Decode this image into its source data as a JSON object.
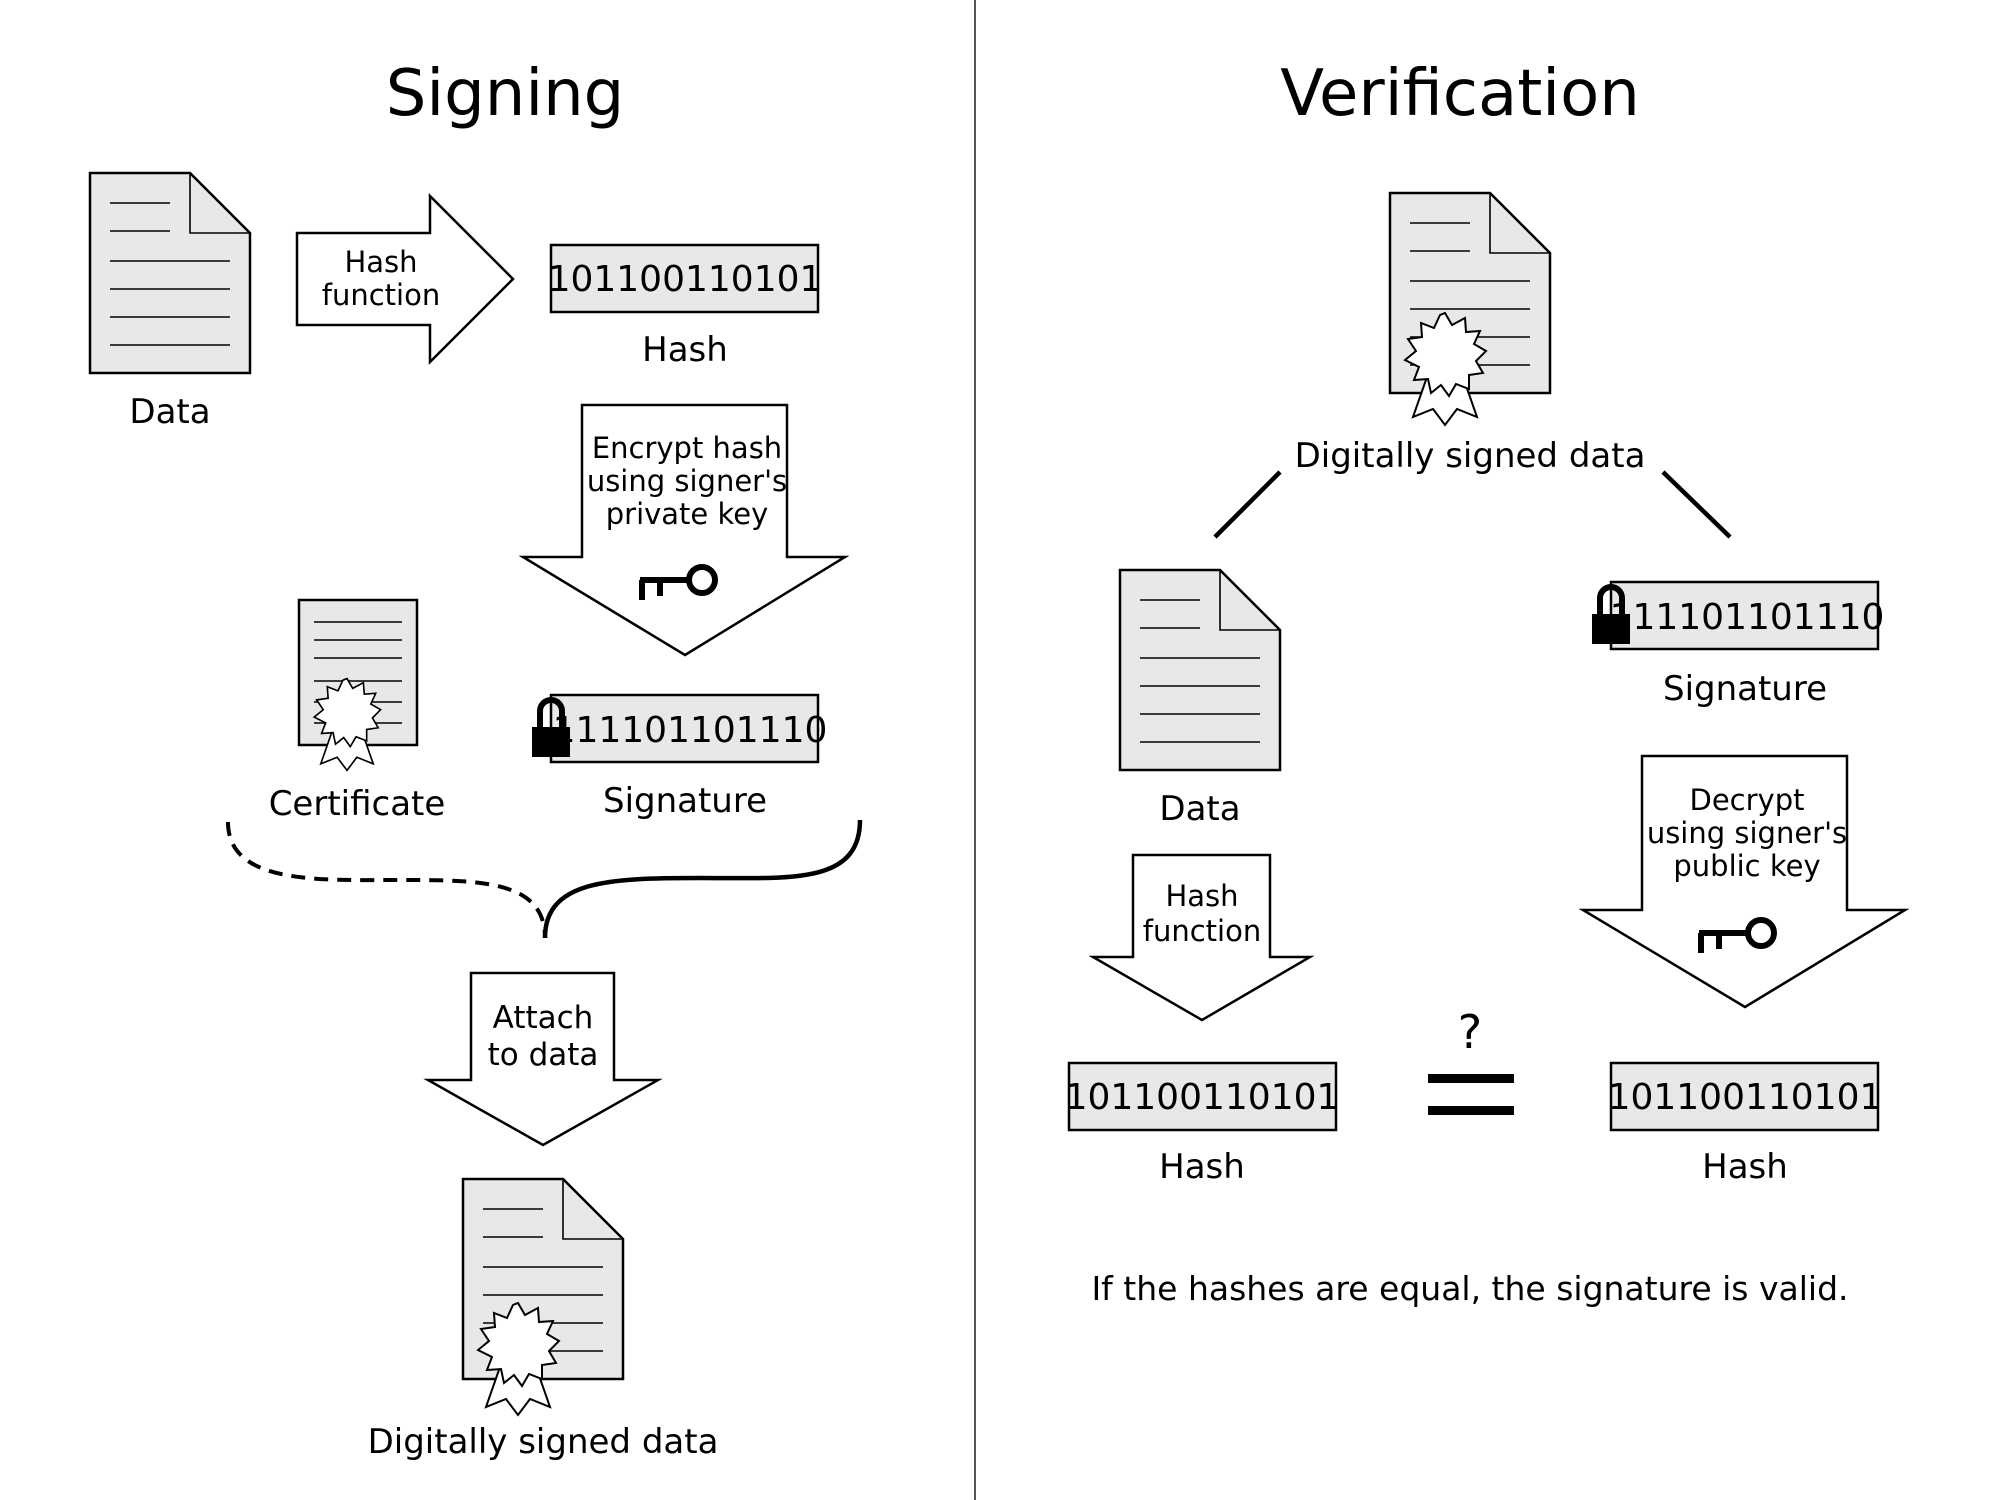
{
  "signing": {
    "title": "Signing",
    "data_label": "Data",
    "hash_function_arrow": [
      "Hash",
      "function"
    ],
    "hash_value": "101100110101",
    "hash_label": "Hash",
    "encrypt_arrow": [
      "Encrypt hash",
      "using signer's",
      "private key"
    ],
    "certificate_label": "Certificate",
    "signature_value": "111101101110",
    "signature_label": "Signature",
    "attach_arrow": [
      "Attach",
      "to data"
    ],
    "signed_data_label": "Digitally signed data"
  },
  "verification": {
    "title": "Verification",
    "signed_data_label": "Digitally signed data",
    "data_label": "Data",
    "signature_value": "111101101110",
    "signature_label": "Signature",
    "hash_function_arrow": [
      "Hash",
      "function"
    ],
    "decrypt_arrow": [
      "Decrypt",
      "using signer's",
      "public key"
    ],
    "hash_left_value": "101100110101",
    "hash_left_label": "Hash",
    "question_mark": "?",
    "hash_right_value": "101100110101",
    "hash_right_label": "Hash",
    "conclusion": "If the hashes are equal, the signature is valid."
  }
}
